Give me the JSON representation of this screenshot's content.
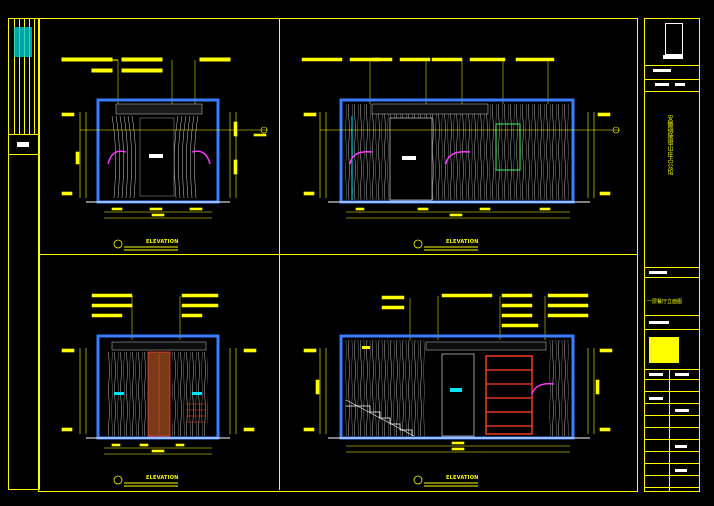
{
  "panels": [
    {
      "id": "tl",
      "title": "ELEVATION"
    },
    {
      "id": "tr",
      "title": "ELEVATION"
    },
    {
      "id": "bl",
      "title": "ELEVATION"
    },
    {
      "id": "br",
      "title": "ELEVATION"
    }
  ],
  "sidebar": {
    "project_name": "安徽铜陵银山庄占公馆",
    "drawing_name": "一层餐厅立面图"
  },
  "colors": {
    "frame": "#ffff00",
    "wall": "#3a7dff",
    "wood": "#c8c8c8",
    "pink": "#ff3cff",
    "cyan": "#00e5ff",
    "red": "#ff4020",
    "green": "#39d353",
    "white": "#ffffff"
  }
}
